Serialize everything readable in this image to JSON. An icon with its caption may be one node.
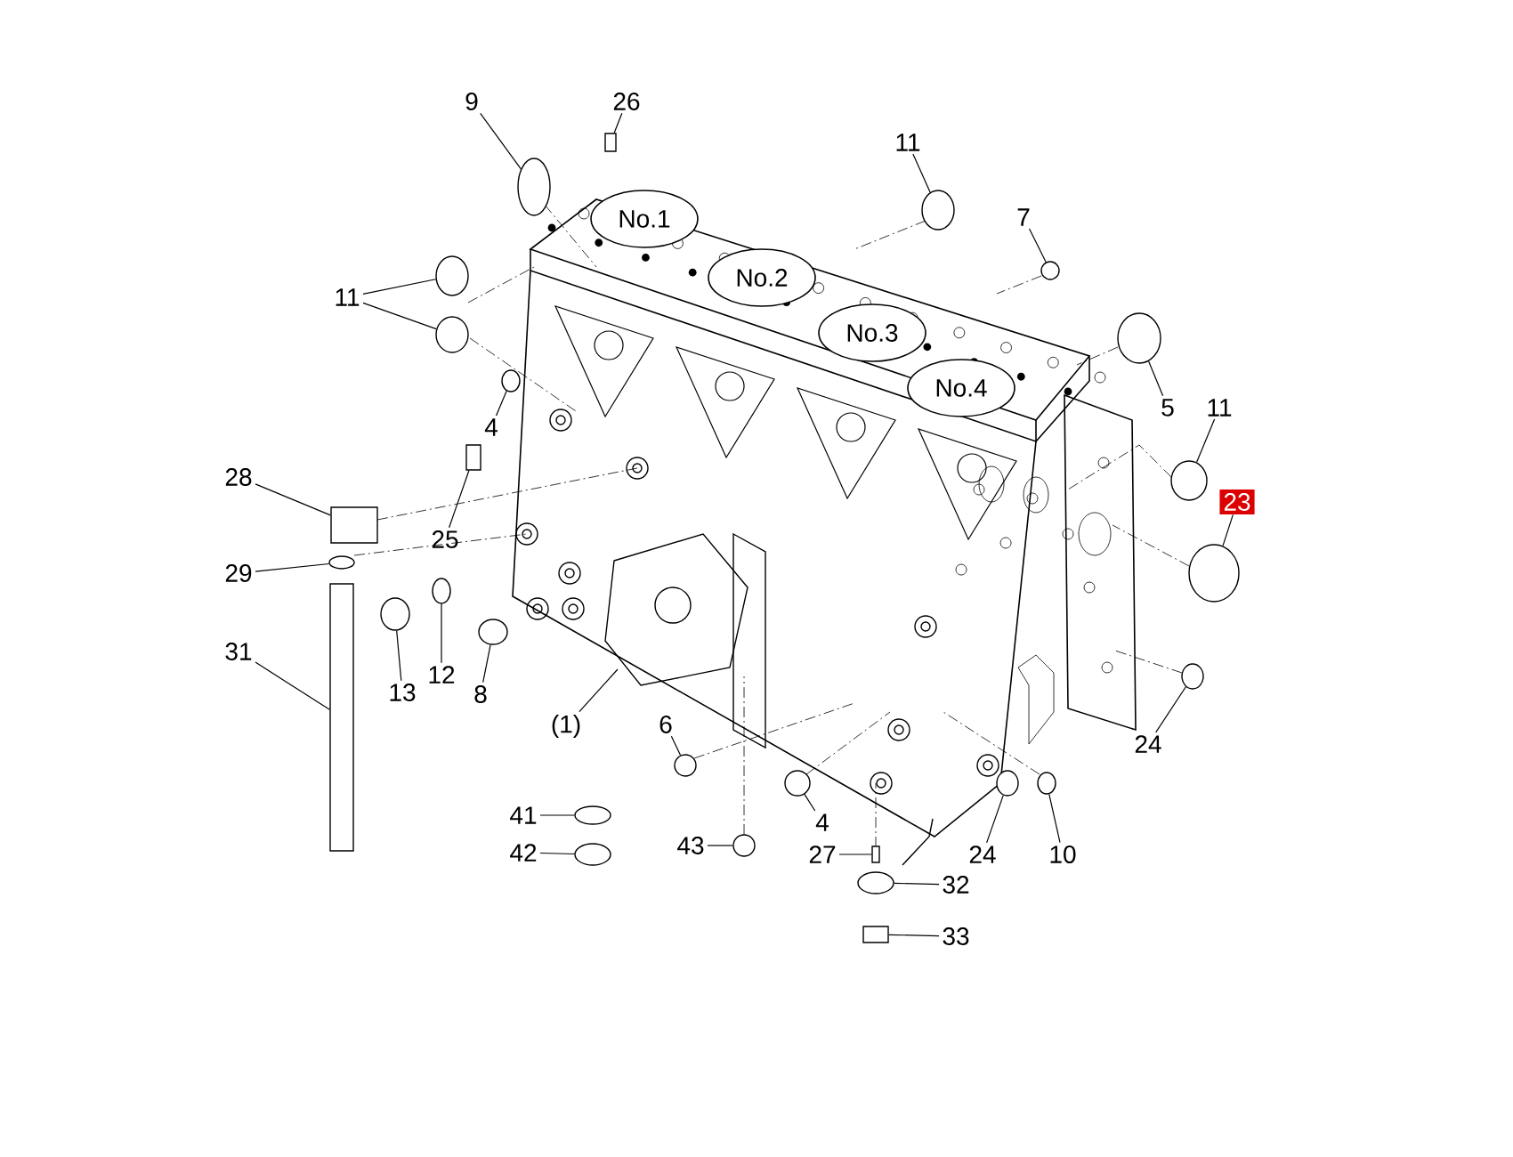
{
  "diagram": {
    "nodes": [
      {
        "text": [
          "9"
        ]
      },
      {
        "text": [
          "26"
        ]
      },
      {
        "text": [
          "11"
        ]
      },
      {
        "text": [
          "No.1"
        ]
      },
      {
        "text": [
          "7"
        ]
      },
      {
        "text": [
          "11"
        ]
      },
      {
        "text": [
          "No.2"
        ]
      },
      {
        "text": [
          "No.3"
        ]
      },
      {
        "text": [
          "5"
        ]
      },
      {
        "text": [
          "No.4"
        ]
      },
      {
        "text": [
          "4"
        ]
      },
      {
        "text": [
          "11"
        ]
      },
      {
        "text": [
          "28"
        ]
      },
      {
        "text": [
          "23"
        ]
      },
      {
        "text": [
          "25"
        ]
      },
      {
        "text": [
          "29"
        ]
      },
      {
        "text": [
          "31"
        ]
      },
      {
        "text": [
          "13"
        ]
      },
      {
        "text": [
          "12"
        ]
      },
      {
        "text": [
          "8"
        ]
      },
      {
        "text": [
          "(1)"
        ]
      },
      {
        "text": [
          "6"
        ]
      },
      {
        "text": [
          "24"
        ]
      },
      {
        "text": [
          "41"
        ]
      },
      {
        "text": [
          "4"
        ]
      },
      {
        "text": [
          "43"
        ]
      },
      {
        "text": [
          "42"
        ]
      },
      {
        "text": [
          "24"
        ]
      },
      {
        "text": [
          "10"
        ]
      },
      {
        "text": [
          "27"
        ]
      },
      {
        "text": [
          "32"
        ]
      },
      {
        "text": [
          "33"
        ]
      },
      {
        "text": [],
        "shape": "circle"
      },
      {
        "text": [],
        "shape": "box"
      },
      {
        "text": [],
        "shape": "box"
      },
      {
        "text": [],
        "shape": "circle"
      },
      {
        "text": [],
        "shape": "circle"
      },
      {
        "text": [],
        "shape": "circle"
      },
      {
        "text": [],
        "shape": "circle"
      },
      {
        "text": [],
        "shape": "box"
      },
      {
        "text": [],
        "shape": "circle"
      },
      {
        "text": [],
        "shape": "circle"
      },
      {
        "text": [],
        "shape": "circle"
      },
      {
        "text": [],
        "shape": "circle"
      },
      {
        "text": [],
        "shape": "circle"
      },
      {
        "text": [],
        "shape": "box"
      },
      {
        "text": [],
        "shape": "circle"
      },
      {
        "text": [],
        "shape": "circle"
      },
      {
        "text": [],
        "shape": "circle"
      },
      {
        "text": [],
        "shape": "box"
      },
      {
        "text": [],
        "shape": "circle"
      },
      {
        "text": [],
        "shape": "box"
      },
      {
        "text": [],
        "shape": "circle"
      },
      {
        "text": [],
        "shape": "circle"
      },
      {
        "text": [],
        "shape": "circle"
      },
      {
        "text": [],
        "shape": "circle"
      },
      {
        "text": [],
        "shape": "circle"
      },
      {
        "text": [],
        "shape": "circle"
      },
      {
        "text": [],
        "shape": "circle"
      },
      {
        "text": [],
        "shape": "circle"
      }
    ],
    "edges": [
      {
        "from": 0,
        "to": 42,
        "arrow": "none"
      },
      {
        "from": 1,
        "to": 45,
        "arrow": "none"
      },
      {
        "from": 2,
        "to": 52,
        "arrow": "none"
      },
      {
        "from": 4,
        "to": 55,
        "arrow": "none"
      },
      {
        "from": 5,
        "to": 37,
        "arrow": "none"
      },
      {
        "from": 5,
        "to": 38,
        "arrow": "none"
      },
      {
        "from": 8,
        "to": 56,
        "arrow": "none"
      },
      {
        "from": 10,
        "to": 41,
        "arrow": "none"
      },
      {
        "from": 11,
        "to": 57,
        "arrow": "none"
      },
      {
        "from": 12,
        "to": 34,
        "arrow": "none"
      },
      {
        "from": 13,
        "to": 59,
        "arrow": "none"
      },
      {
        "from": 14,
        "to": 39,
        "arrow": "none"
      },
      {
        "from": 15,
        "to": 32,
        "arrow": "none"
      },
      {
        "from": 16,
        "to": 33,
        "arrow": "none"
      },
      {
        "from": 17,
        "to": 35,
        "arrow": "none"
      },
      {
        "from": 18,
        "to": 36,
        "arrow": "none"
      },
      {
        "from": 19,
        "to": 40,
        "arrow": "none"
      },
      {
        "from": 20,
        "to": null,
        "arrow": "none"
      },
      {
        "from": 21,
        "to": 46,
        "arrow": "none"
      },
      {
        "from": 22,
        "to": 58,
        "arrow": "none"
      },
      {
        "from": 23,
        "to": 43,
        "arrow": "none"
      },
      {
        "from": 24,
        "to": 48,
        "arrow": "none"
      },
      {
        "from": 25,
        "to": 47,
        "arrow": "none"
      },
      {
        "from": 26,
        "to": 44,
        "arrow": "none"
      },
      {
        "from": 27,
        "to": 53,
        "arrow": "none"
      },
      {
        "from": 28,
        "to": 54,
        "arrow": "none"
      },
      {
        "from": 29,
        "to": 49,
        "arrow": "none"
      },
      {
        "from": 30,
        "to": 50,
        "arrow": "none"
      },
      {
        "from": 31,
        "to": 51,
        "arrow": "none"
      }
    ]
  }
}
